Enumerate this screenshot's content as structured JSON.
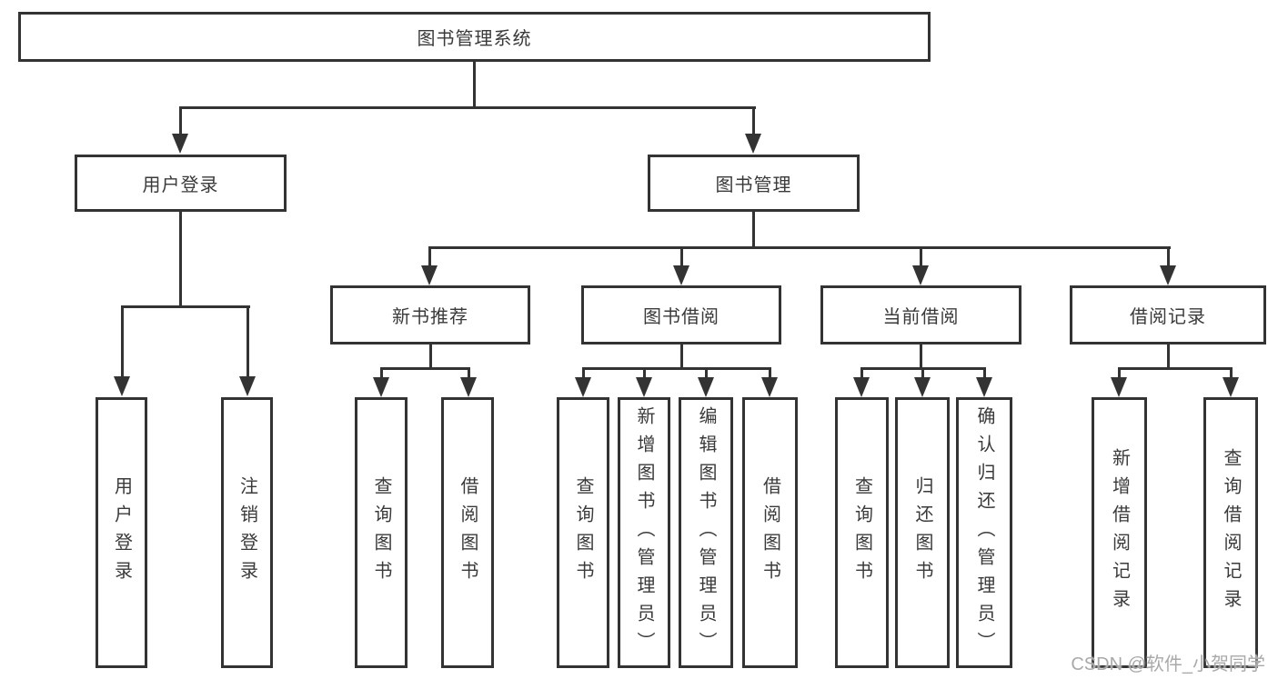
{
  "tree": {
    "label": "图书管理系统",
    "children": [
      {
        "label": "用户登录",
        "children": [
          {
            "label": "用户登录"
          },
          {
            "label": "注销登录"
          }
        ]
      },
      {
        "label": "图书管理",
        "children": [
          {
            "label": "新书推荐",
            "children": [
              {
                "label": "查询图书"
              },
              {
                "label": "借阅图书"
              }
            ]
          },
          {
            "label": "图书借阅",
            "children": [
              {
                "label": "查询图书"
              },
              {
                "label": "新增图书（管理员）"
              },
              {
                "label": "编辑图书（管理员）"
              },
              {
                "label": "借阅图书"
              }
            ]
          },
          {
            "label": "当前借阅",
            "children": [
              {
                "label": "查询图书"
              },
              {
                "label": "归还图书"
              },
              {
                "label": "确认归还（管理员）"
              }
            ]
          },
          {
            "label": "借阅记录",
            "children": [
              {
                "label": "新增借阅记录"
              },
              {
                "label": "查询借阅记录"
              }
            ]
          }
        ]
      }
    ]
  },
  "watermark": {
    "text": "CSDN @软件_小贺同学"
  },
  "colors": {
    "line": "#333333",
    "text": "#3a3a3a",
    "watermark": "#a9a9a9",
    "background": "#ffffff"
  }
}
